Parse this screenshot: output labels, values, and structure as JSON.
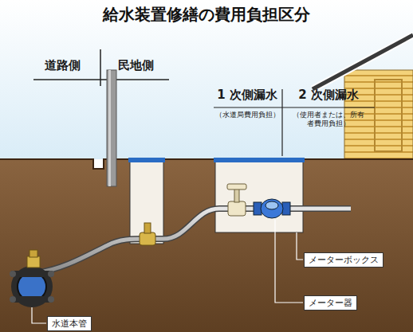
{
  "diagram": {
    "title": "給水装置修繕の費用負担区分",
    "labels": [
      "道路側",
      "民地側",
      "1 次側漏水",
      "（水道局費用負担）",
      "2 次側漏水",
      "（使用者または、所有者費用負担）",
      "メーターボックス",
      "メーター器",
      "水道本管"
    ]
  }
}
